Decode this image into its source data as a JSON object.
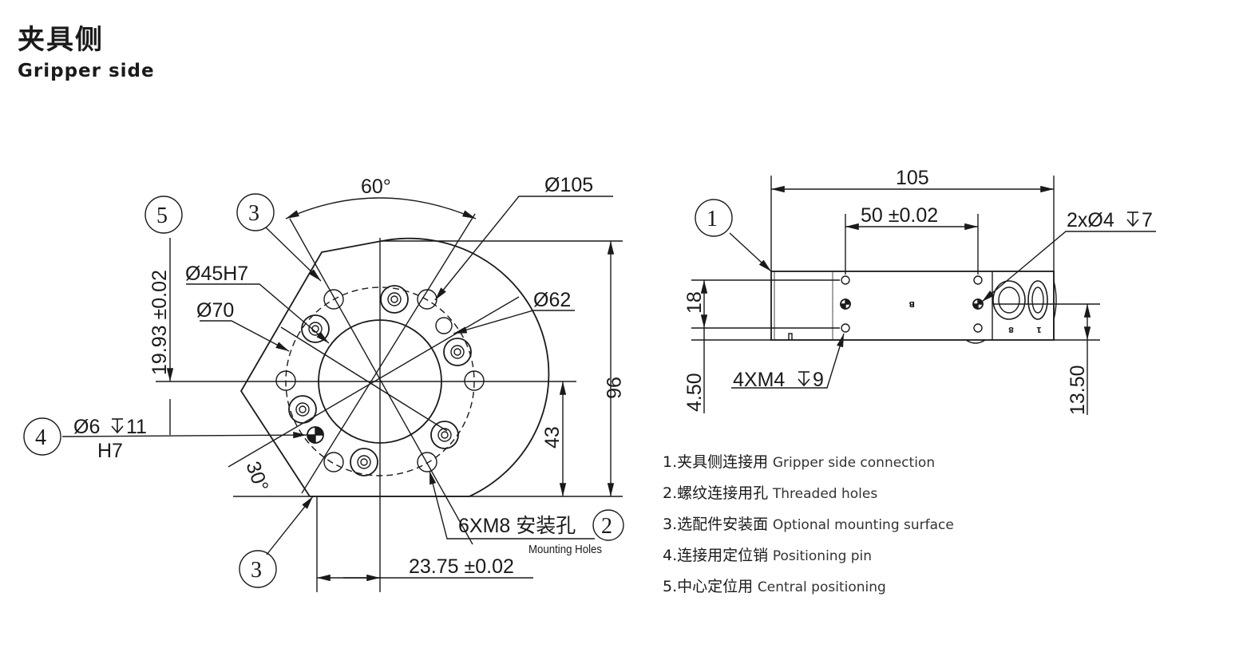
{
  "header": {
    "title_cn": "夹具侧",
    "title_en": "Gripper side"
  },
  "front_view": {
    "angle_top": "60°",
    "angle_bottom": "30°",
    "dia_outer": "Ø105",
    "dia_bore": "Ø45H7",
    "dia_pcd_70": "Ø70",
    "dia_pcd_62": "Ø62",
    "dim_offset": "19.93 ±0.02",
    "dim_height": "96",
    "dim_center": "43",
    "dim_horizontal": "23.75 ±0.02",
    "pin_spec": "Ø6",
    "pin_depth": "11",
    "pin_fit": "H7",
    "mounting_spec": "6XM8 安装孔",
    "mounting_en": "Mounting Holes",
    "callouts": {
      "c5": "5",
      "c3_top": "3",
      "c3_bottom": "3",
      "c4": "4",
      "c2": "2"
    }
  },
  "side_view": {
    "dim_width": "105",
    "dim_spacing": "50 ±0.02",
    "dim_hole": "2xØ4",
    "dim_hole_depth": "7",
    "dim_thickness": "18",
    "dim_low": "4.50",
    "dim_right": "13.50",
    "thread_spec": "4XM4",
    "thread_depth": "9",
    "face_mark_b": "B",
    "face_mark_8": "8",
    "face_mark_1": "1",
    "callout_1": "1"
  },
  "legend": [
    {
      "cn": "1.夹具侧连接用",
      "en": "Gripper side connection"
    },
    {
      "cn": "2.螺纹连接用孔",
      "en": "Threaded holes"
    },
    {
      "cn": "3.选配件安装面",
      "en": "Optional mounting surface"
    },
    {
      "cn": "4.连接用定位销",
      "en": "Positioning pin"
    },
    {
      "cn": "5.中心定位用",
      "en": "Central positioning"
    }
  ]
}
